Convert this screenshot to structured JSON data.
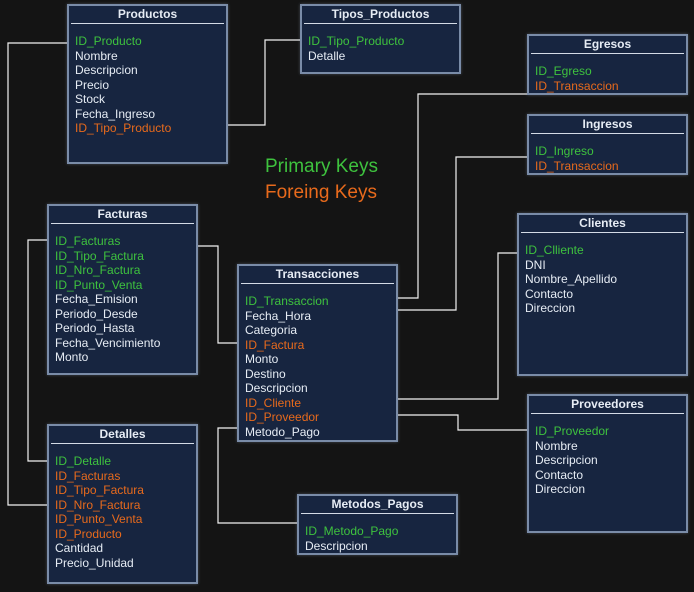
{
  "legend": {
    "primary": "Primary Keys",
    "foreign": "Foreing Keys"
  },
  "tables": {
    "productos": {
      "title": "Productos",
      "fields": [
        {
          "name": "ID_Producto",
          "kind": "pk"
        },
        {
          "name": "Nombre",
          "kind": "col"
        },
        {
          "name": "Descripcion",
          "kind": "col"
        },
        {
          "name": "Precio",
          "kind": "col"
        },
        {
          "name": "Stock",
          "kind": "col"
        },
        {
          "name": "Fecha_Ingreso",
          "kind": "col"
        },
        {
          "name": "ID_Tipo_Producto",
          "kind": "fk"
        }
      ]
    },
    "tipos_productos": {
      "title": "Tipos_Productos",
      "fields": [
        {
          "name": "ID_Tipo_Producto",
          "kind": "pk"
        },
        {
          "name": "Detalle",
          "kind": "col"
        }
      ]
    },
    "egresos": {
      "title": "Egresos",
      "fields": [
        {
          "name": "ID_Egreso",
          "kind": "pk"
        },
        {
          "name": "ID_Transaccion",
          "kind": "fk"
        }
      ]
    },
    "ingresos": {
      "title": "Ingresos",
      "fields": [
        {
          "name": "ID_Ingreso",
          "kind": "pk"
        },
        {
          "name": "ID_Transaccion",
          "kind": "fk"
        }
      ]
    },
    "facturas": {
      "title": "Facturas",
      "fields": [
        {
          "name": "ID_Facturas",
          "kind": "pk"
        },
        {
          "name": "ID_Tipo_Factura",
          "kind": "pk"
        },
        {
          "name": "ID_Nro_Factura",
          "kind": "pk"
        },
        {
          "name": "ID_Punto_Venta",
          "kind": "pk"
        },
        {
          "name": "Fecha_Emision",
          "kind": "col"
        },
        {
          "name": "Periodo_Desde",
          "kind": "col"
        },
        {
          "name": "Periodo_Hasta",
          "kind": "col"
        },
        {
          "name": "Fecha_Vencimiento",
          "kind": "col"
        },
        {
          "name": "Monto",
          "kind": "col"
        }
      ]
    },
    "clientes": {
      "title": "Clientes",
      "fields": [
        {
          "name": "ID_Clliente",
          "kind": "pk"
        },
        {
          "name": "DNI",
          "kind": "col"
        },
        {
          "name": "Nombre_Apellido",
          "kind": "col"
        },
        {
          "name": "Contacto",
          "kind": "col"
        },
        {
          "name": "Direccion",
          "kind": "col"
        }
      ]
    },
    "transacciones": {
      "title": "Transacciones",
      "fields": [
        {
          "name": "ID_Transaccion",
          "kind": "pk"
        },
        {
          "name": "Fecha_Hora",
          "kind": "col"
        },
        {
          "name": "Categoria",
          "kind": "col"
        },
        {
          "name": "ID_Factura",
          "kind": "fk"
        },
        {
          "name": "Monto",
          "kind": "col"
        },
        {
          "name": "Destino",
          "kind": "col"
        },
        {
          "name": "Descripcion",
          "kind": "col"
        },
        {
          "name": "ID_Cliente",
          "kind": "fk"
        },
        {
          "name": "ID_Proveedor",
          "kind": "fk"
        },
        {
          "name": "Metodo_Pago",
          "kind": "col"
        }
      ]
    },
    "proveedores": {
      "title": "Proveedores",
      "fields": [
        {
          "name": "ID_Proveedor",
          "kind": "pk"
        },
        {
          "name": "Nombre",
          "kind": "col"
        },
        {
          "name": "Descripcion",
          "kind": "col"
        },
        {
          "name": "Contacto",
          "kind": "col"
        },
        {
          "name": "Direccion",
          "kind": "col"
        }
      ]
    },
    "detalles": {
      "title": "Detalles",
      "fields": [
        {
          "name": "ID_Detalle",
          "kind": "pk"
        },
        {
          "name": "ID_Facturas",
          "kind": "fk"
        },
        {
          "name": "ID_Tipo_Factura",
          "kind": "fk"
        },
        {
          "name": "ID_Nro_Factura",
          "kind": "fk"
        },
        {
          "name": "ID_Punto_Venta",
          "kind": "fk"
        },
        {
          "name": "ID_Producto",
          "kind": "fk"
        },
        {
          "name": "Cantidad",
          "kind": "col"
        },
        {
          "name": "Precio_Unidad",
          "kind": "col"
        }
      ]
    },
    "metodos_pagos": {
      "title": "Metodos_Pagos",
      "fields": [
        {
          "name": "ID_Metodo_Pago",
          "kind": "pk"
        },
        {
          "name": "Descripcion",
          "kind": "col"
        }
      ]
    }
  },
  "colors": {
    "primary_key": "#3ec23e",
    "foreign_key": "#e86a1c",
    "table_bg": "#172540",
    "border": "#7a8ca8",
    "canvas": "#141414"
  }
}
